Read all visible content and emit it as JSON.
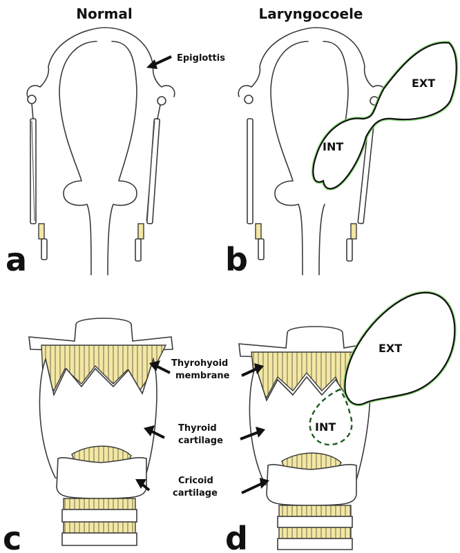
{
  "figure": {
    "titles": {
      "normal": "Normal",
      "laryngocoele": "Laryngocoele"
    },
    "panels": {
      "a": "a",
      "b": "b",
      "c": "c",
      "d": "d"
    },
    "labels": {
      "epiglottis": "Epiglottis",
      "ext_b": "EXT",
      "int_b": "INT",
      "ext_d": "EXT",
      "int_d": "INT",
      "thyrohyoid_line1": "Thyrohyoid",
      "thyrohyoid_line2": "membrane",
      "thyroid_line1": "Thyroid",
      "thyroid_line2": "cartilage",
      "cricoid_line1": "Cricoid",
      "cricoid_line2": "cartilage"
    },
    "colors": {
      "membrane_fill": "#f3e7a2",
      "sac_outline": "#7cd66a",
      "ink": "#3a3a3a"
    }
  }
}
